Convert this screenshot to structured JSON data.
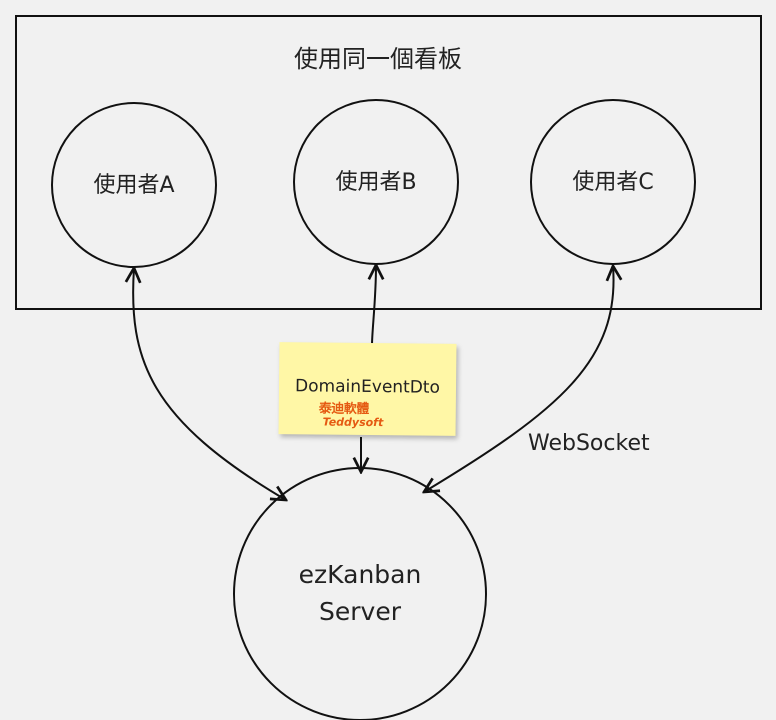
{
  "board": {
    "title": "使用同一個看板"
  },
  "users": [
    {
      "label": "使用者A"
    },
    {
      "label": "使用者B"
    },
    {
      "label": "使用者C"
    }
  ],
  "server": {
    "line1": "ezKanban",
    "line2": "Server"
  },
  "sticky_note": {
    "text": "DomainEventDto",
    "logo_cn": "泰迪軟體",
    "logo_en": "Teddysoft",
    "color": "#fff7a6"
  },
  "connection_label": "WebSocket",
  "colors": {
    "line": "#111111",
    "background": "#f1f1f1",
    "logo": "#e55a12"
  }
}
